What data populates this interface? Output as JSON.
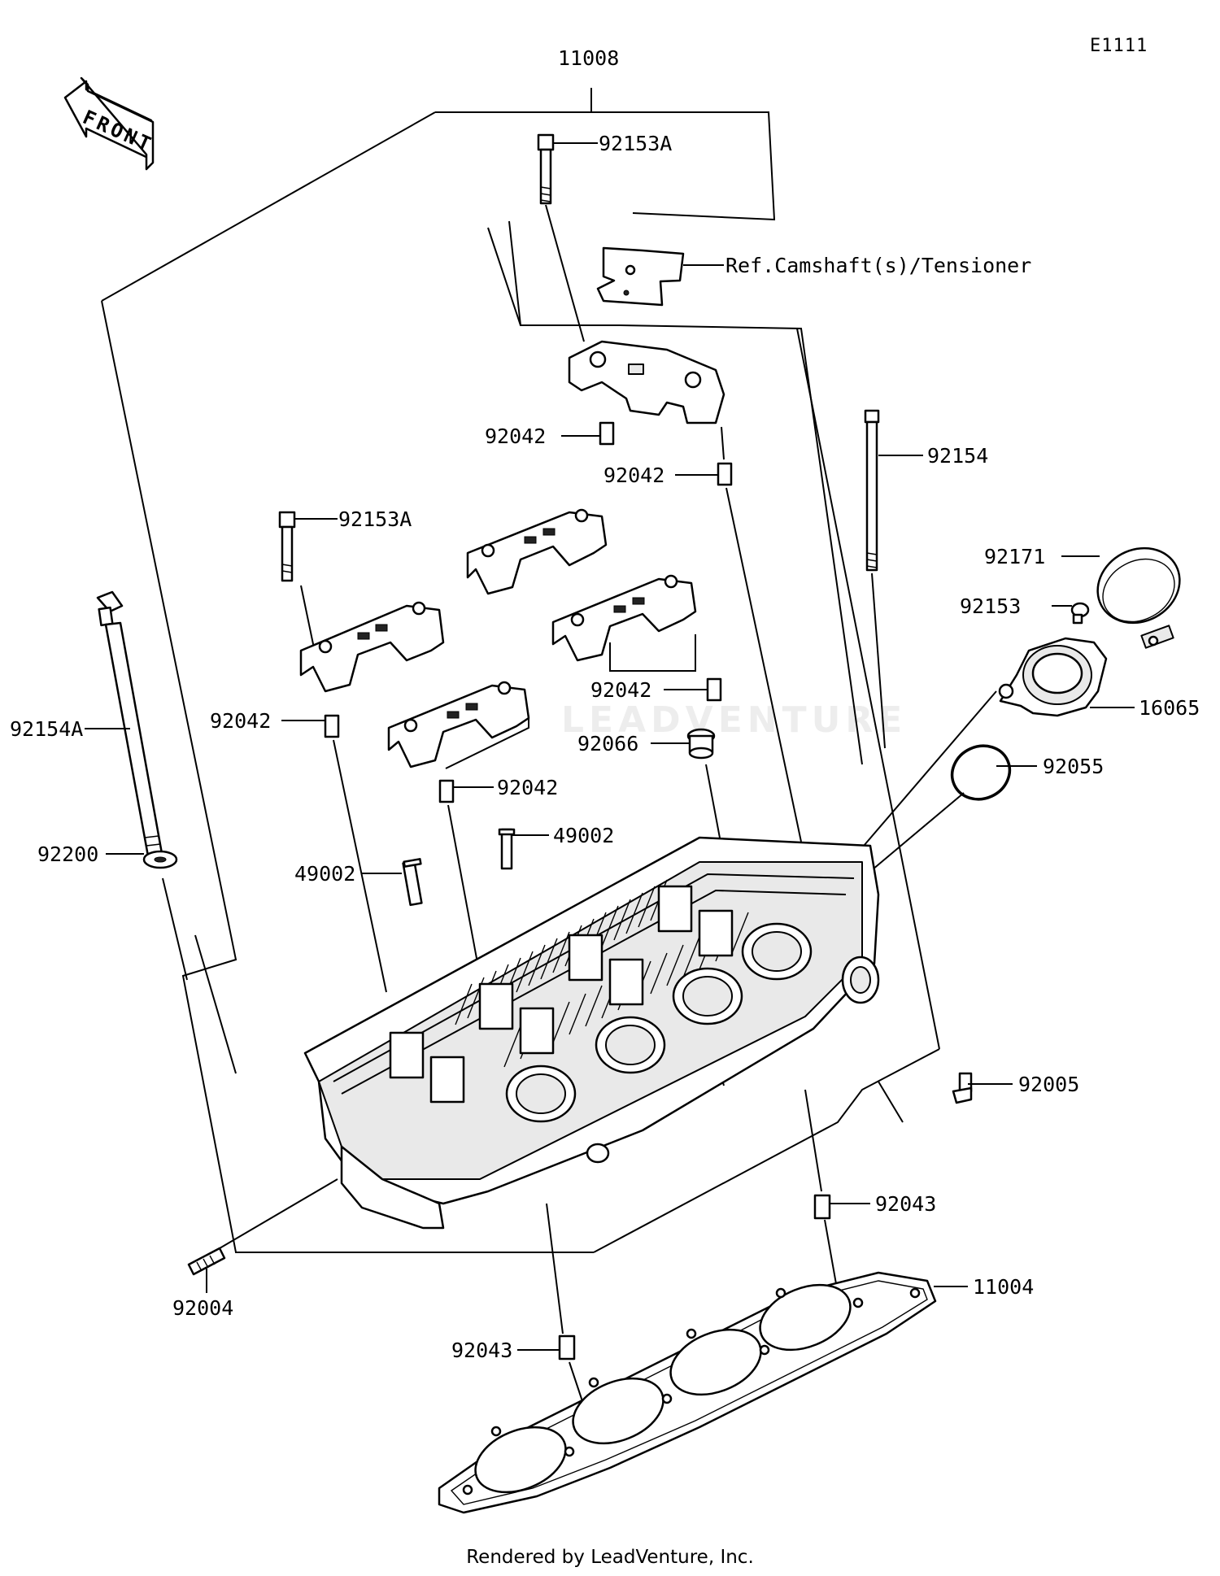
{
  "diagram_code": "E1111",
  "front_label": "FRONT",
  "reference_note": "Ref.Camshaft(s)/Tensioner",
  "watermark": "LEADVENTURE",
  "footer": "Rendered by LeadVenture, Inc.",
  "part_numbers": [
    "11008",
    "92153A",
    "92042",
    "92042",
    "92154",
    "92153A",
    "92171",
    "92153",
    "16065",
    "92042",
    "92154A",
    "92042",
    "92066",
    "92055",
    "92042",
    "49002",
    "92200",
    "49002",
    "92005",
    "92043",
    "92004",
    "11004",
    "92043"
  ]
}
